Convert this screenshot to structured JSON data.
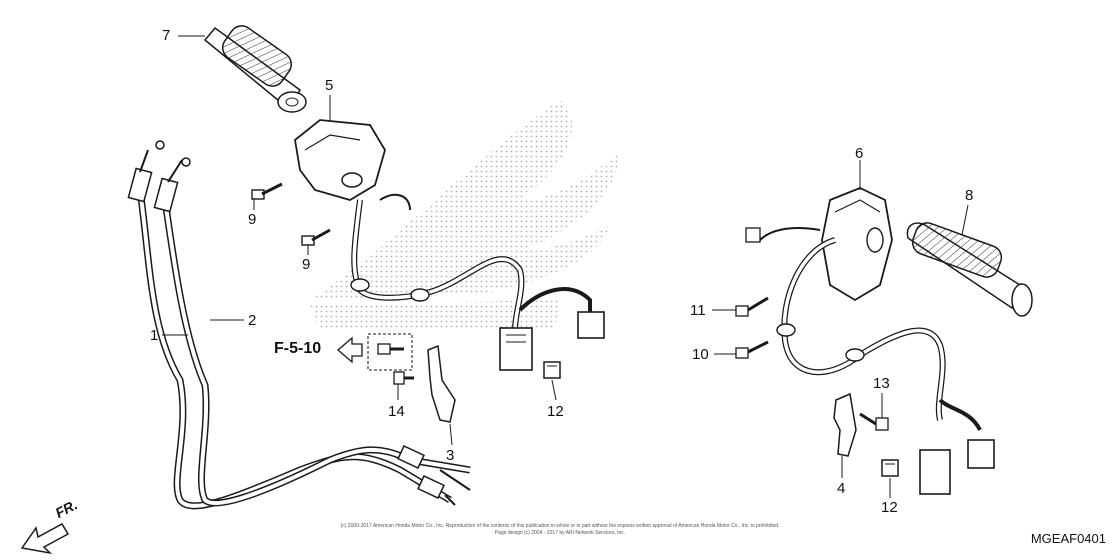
{
  "callouts": {
    "c1": "1",
    "c2": "2",
    "c3": "3",
    "c4": "4",
    "c5": "5",
    "c6": "6",
    "c7": "7",
    "c8": "8",
    "c9a": "9",
    "c9b": "9",
    "c10": "10",
    "c11": "11",
    "c12a": "12",
    "c12b": "12",
    "c13": "13",
    "c14": "14"
  },
  "reference": "F-5-10",
  "front_marker": "FR.",
  "copyright_line1": "(c) 2000-2017 American Honda Motor Co., Inc. Reproduction of the contents of this publication in whole or in part without the express written approval of American Honda Motor Co., Inc. is prohibited.",
  "copyright_line2": "Page design (c) 2004 - 2017 by ARI Network Services, Inc.",
  "diagram_code": "MGEAF0401",
  "colors": {
    "line": "#1a1a1a",
    "fill": "#ffffff",
    "watermark": "#b0b0b0"
  }
}
